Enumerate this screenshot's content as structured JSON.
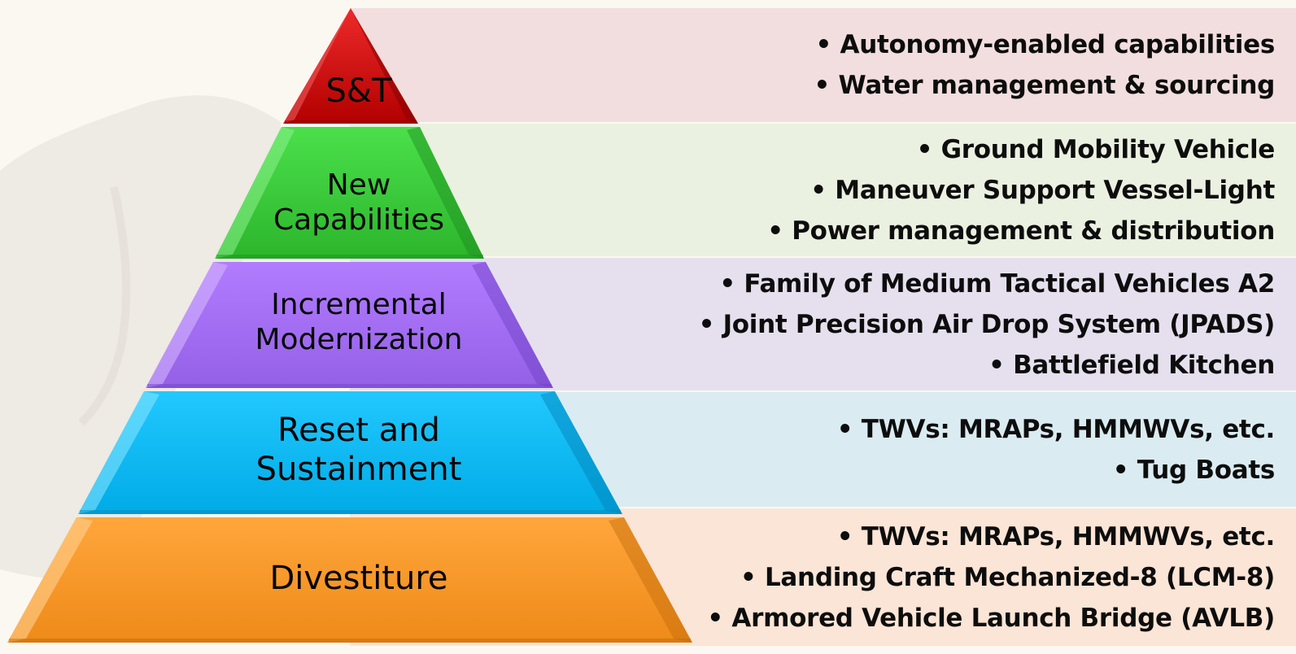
{
  "colors": {
    "background": "#fbf8f1",
    "tier_st": "#d40b0b",
    "tier_new": "#3ccd3c",
    "tier_incremental": "#a56ff5",
    "tier_reset": "#0fbdf5",
    "tier_divestiture": "#f89a2c",
    "band_st": "#f2dede",
    "band_new": "#ebf1e0",
    "band_incremental": "#e6e0ee",
    "band_reset": "#daecf2",
    "band_divestiture": "#fbe5d6"
  },
  "tiers": [
    {
      "label_lines": [
        "S&T"
      ],
      "items": [
        "• Autonomy-enabled capabilities",
        "• Water management & sourcing"
      ]
    },
    {
      "label_lines": [
        "New",
        "Capabilities"
      ],
      "items": [
        "• Ground Mobility Vehicle",
        "• Maneuver Support Vessel-Light",
        "• Power management & distribution"
      ]
    },
    {
      "label_lines": [
        "Incremental",
        "Modernization"
      ],
      "items": [
        "• Family of Medium Tactical Vehicles A2",
        "• Joint Precision Air Drop System (JPADS)",
        "• Battlefield Kitchen"
      ]
    },
    {
      "label_lines": [
        "Reset and",
        "Sustainment"
      ],
      "items": [
        "• TWVs: MRAPs, HMMWVs, etc.",
        "• Tug Boats"
      ]
    },
    {
      "label_lines": [
        "Divestiture"
      ],
      "items": [
        "• TWVs: MRAPs, HMMWVs, etc.",
        "• Landing Craft Mechanized-8 (LCM-8)",
        "• Armored Vehicle Launch Bridge (AVLB)"
      ]
    }
  ]
}
